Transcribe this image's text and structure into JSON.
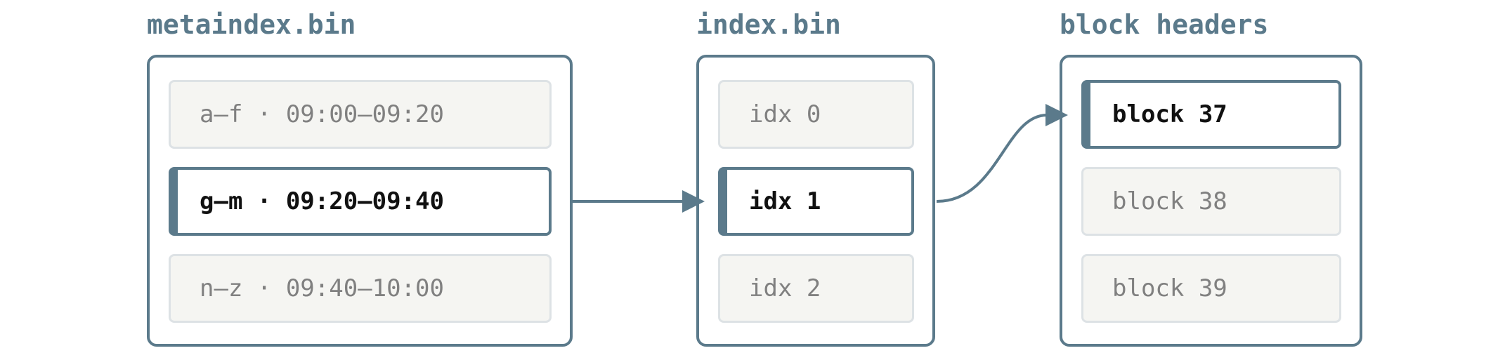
{
  "colors": {
    "accent": "#5b7a8b",
    "cell_background": "#f5f5f2",
    "cell_border": "#dde2e5",
    "inactive_text": "#808080",
    "active_text": "#111111"
  },
  "metaindex": {
    "title": "metaindex.bin",
    "rows": [
      {
        "label": "a–f · 09:00–09:20",
        "active": false
      },
      {
        "label": "g–m · 09:20–09:40",
        "active": true
      },
      {
        "label": "n–z · 09:40–10:00",
        "active": false
      }
    ]
  },
  "index": {
    "title": "index.bin",
    "rows": [
      {
        "label": "idx 0",
        "active": false
      },
      {
        "label": "idx 1",
        "active": true
      },
      {
        "label": "idx 2",
        "active": false
      }
    ]
  },
  "blocks": {
    "title": "block headers",
    "rows": [
      {
        "label": "block 37",
        "active": true
      },
      {
        "label": "block 38",
        "active": false
      },
      {
        "label": "block 39",
        "active": false
      }
    ]
  },
  "connections": [
    {
      "from": "g–m · 09:20–09:40",
      "to": "idx 1"
    },
    {
      "from": "idx 1",
      "to": "block 37"
    }
  ]
}
